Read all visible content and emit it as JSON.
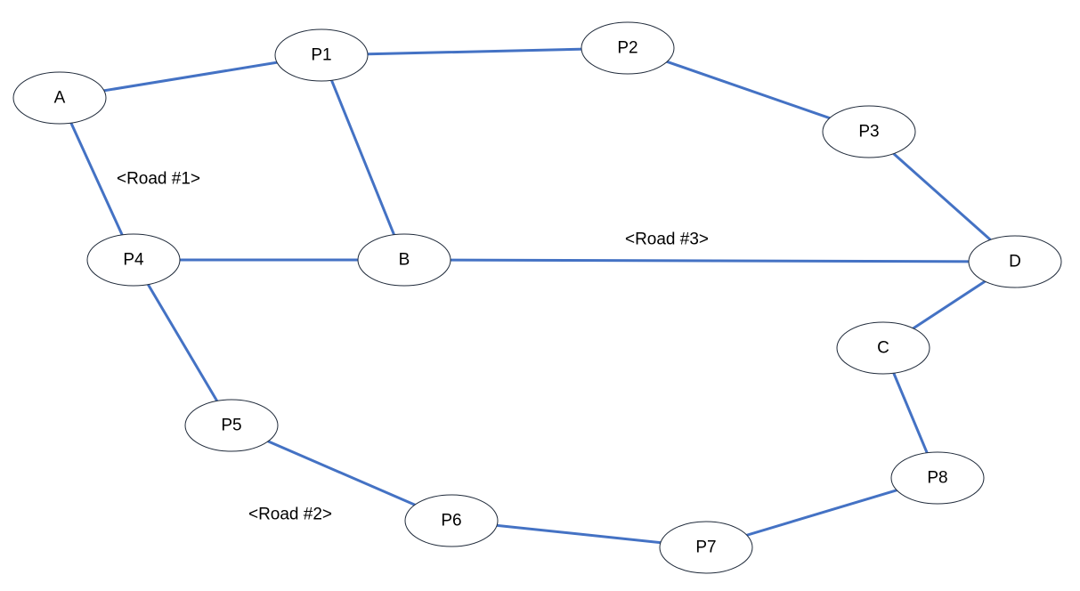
{
  "colors": {
    "edge": "#4472C4",
    "node_fill": "#ffffff",
    "node_stroke": "#1f2a3a",
    "text": "#000000"
  },
  "nodes": [
    {
      "id": "A",
      "label": "A"
    },
    {
      "id": "P1",
      "label": "P1"
    },
    {
      "id": "P2",
      "label": "P2"
    },
    {
      "id": "P3",
      "label": "P3"
    },
    {
      "id": "P4",
      "label": "P4"
    },
    {
      "id": "B",
      "label": "B"
    },
    {
      "id": "D",
      "label": "D"
    },
    {
      "id": "C",
      "label": "C"
    },
    {
      "id": "P5",
      "label": "P5"
    },
    {
      "id": "P6",
      "label": "P6"
    },
    {
      "id": "P7",
      "label": "P7"
    },
    {
      "id": "P8",
      "label": "P8"
    }
  ],
  "edges": [
    {
      "from": "A",
      "to": "P1"
    },
    {
      "from": "P1",
      "to": "P2"
    },
    {
      "from": "P2",
      "to": "P3"
    },
    {
      "from": "P3",
      "to": "D"
    },
    {
      "from": "P1",
      "to": "B"
    },
    {
      "from": "A",
      "to": "P4"
    },
    {
      "from": "P4",
      "to": "B"
    },
    {
      "from": "B",
      "to": "D"
    },
    {
      "from": "D",
      "to": "C"
    },
    {
      "from": "C",
      "to": "P8"
    },
    {
      "from": "P4",
      "to": "P5"
    },
    {
      "from": "P5",
      "to": "P6"
    },
    {
      "from": "P6",
      "to": "P7"
    },
    {
      "from": "P7",
      "to": "P8"
    }
  ],
  "road_labels": {
    "road1": "<Road #1>",
    "road2": "<Road #2>",
    "road3": "<Road #3>"
  }
}
